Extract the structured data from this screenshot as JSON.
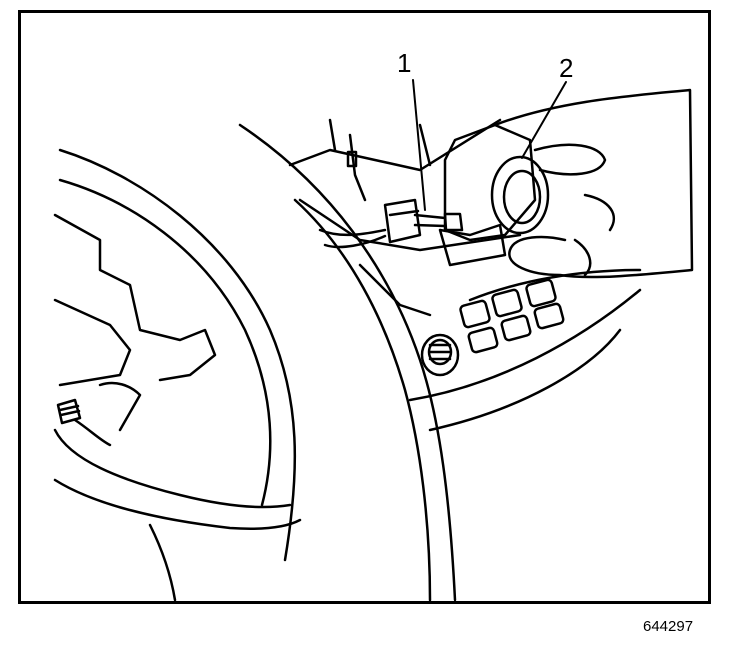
{
  "figure": {
    "callouts": [
      {
        "label": "1"
      },
      {
        "label": "2"
      }
    ],
    "figure_id": "644297",
    "line_color": "#000000",
    "background": "#ffffff"
  }
}
